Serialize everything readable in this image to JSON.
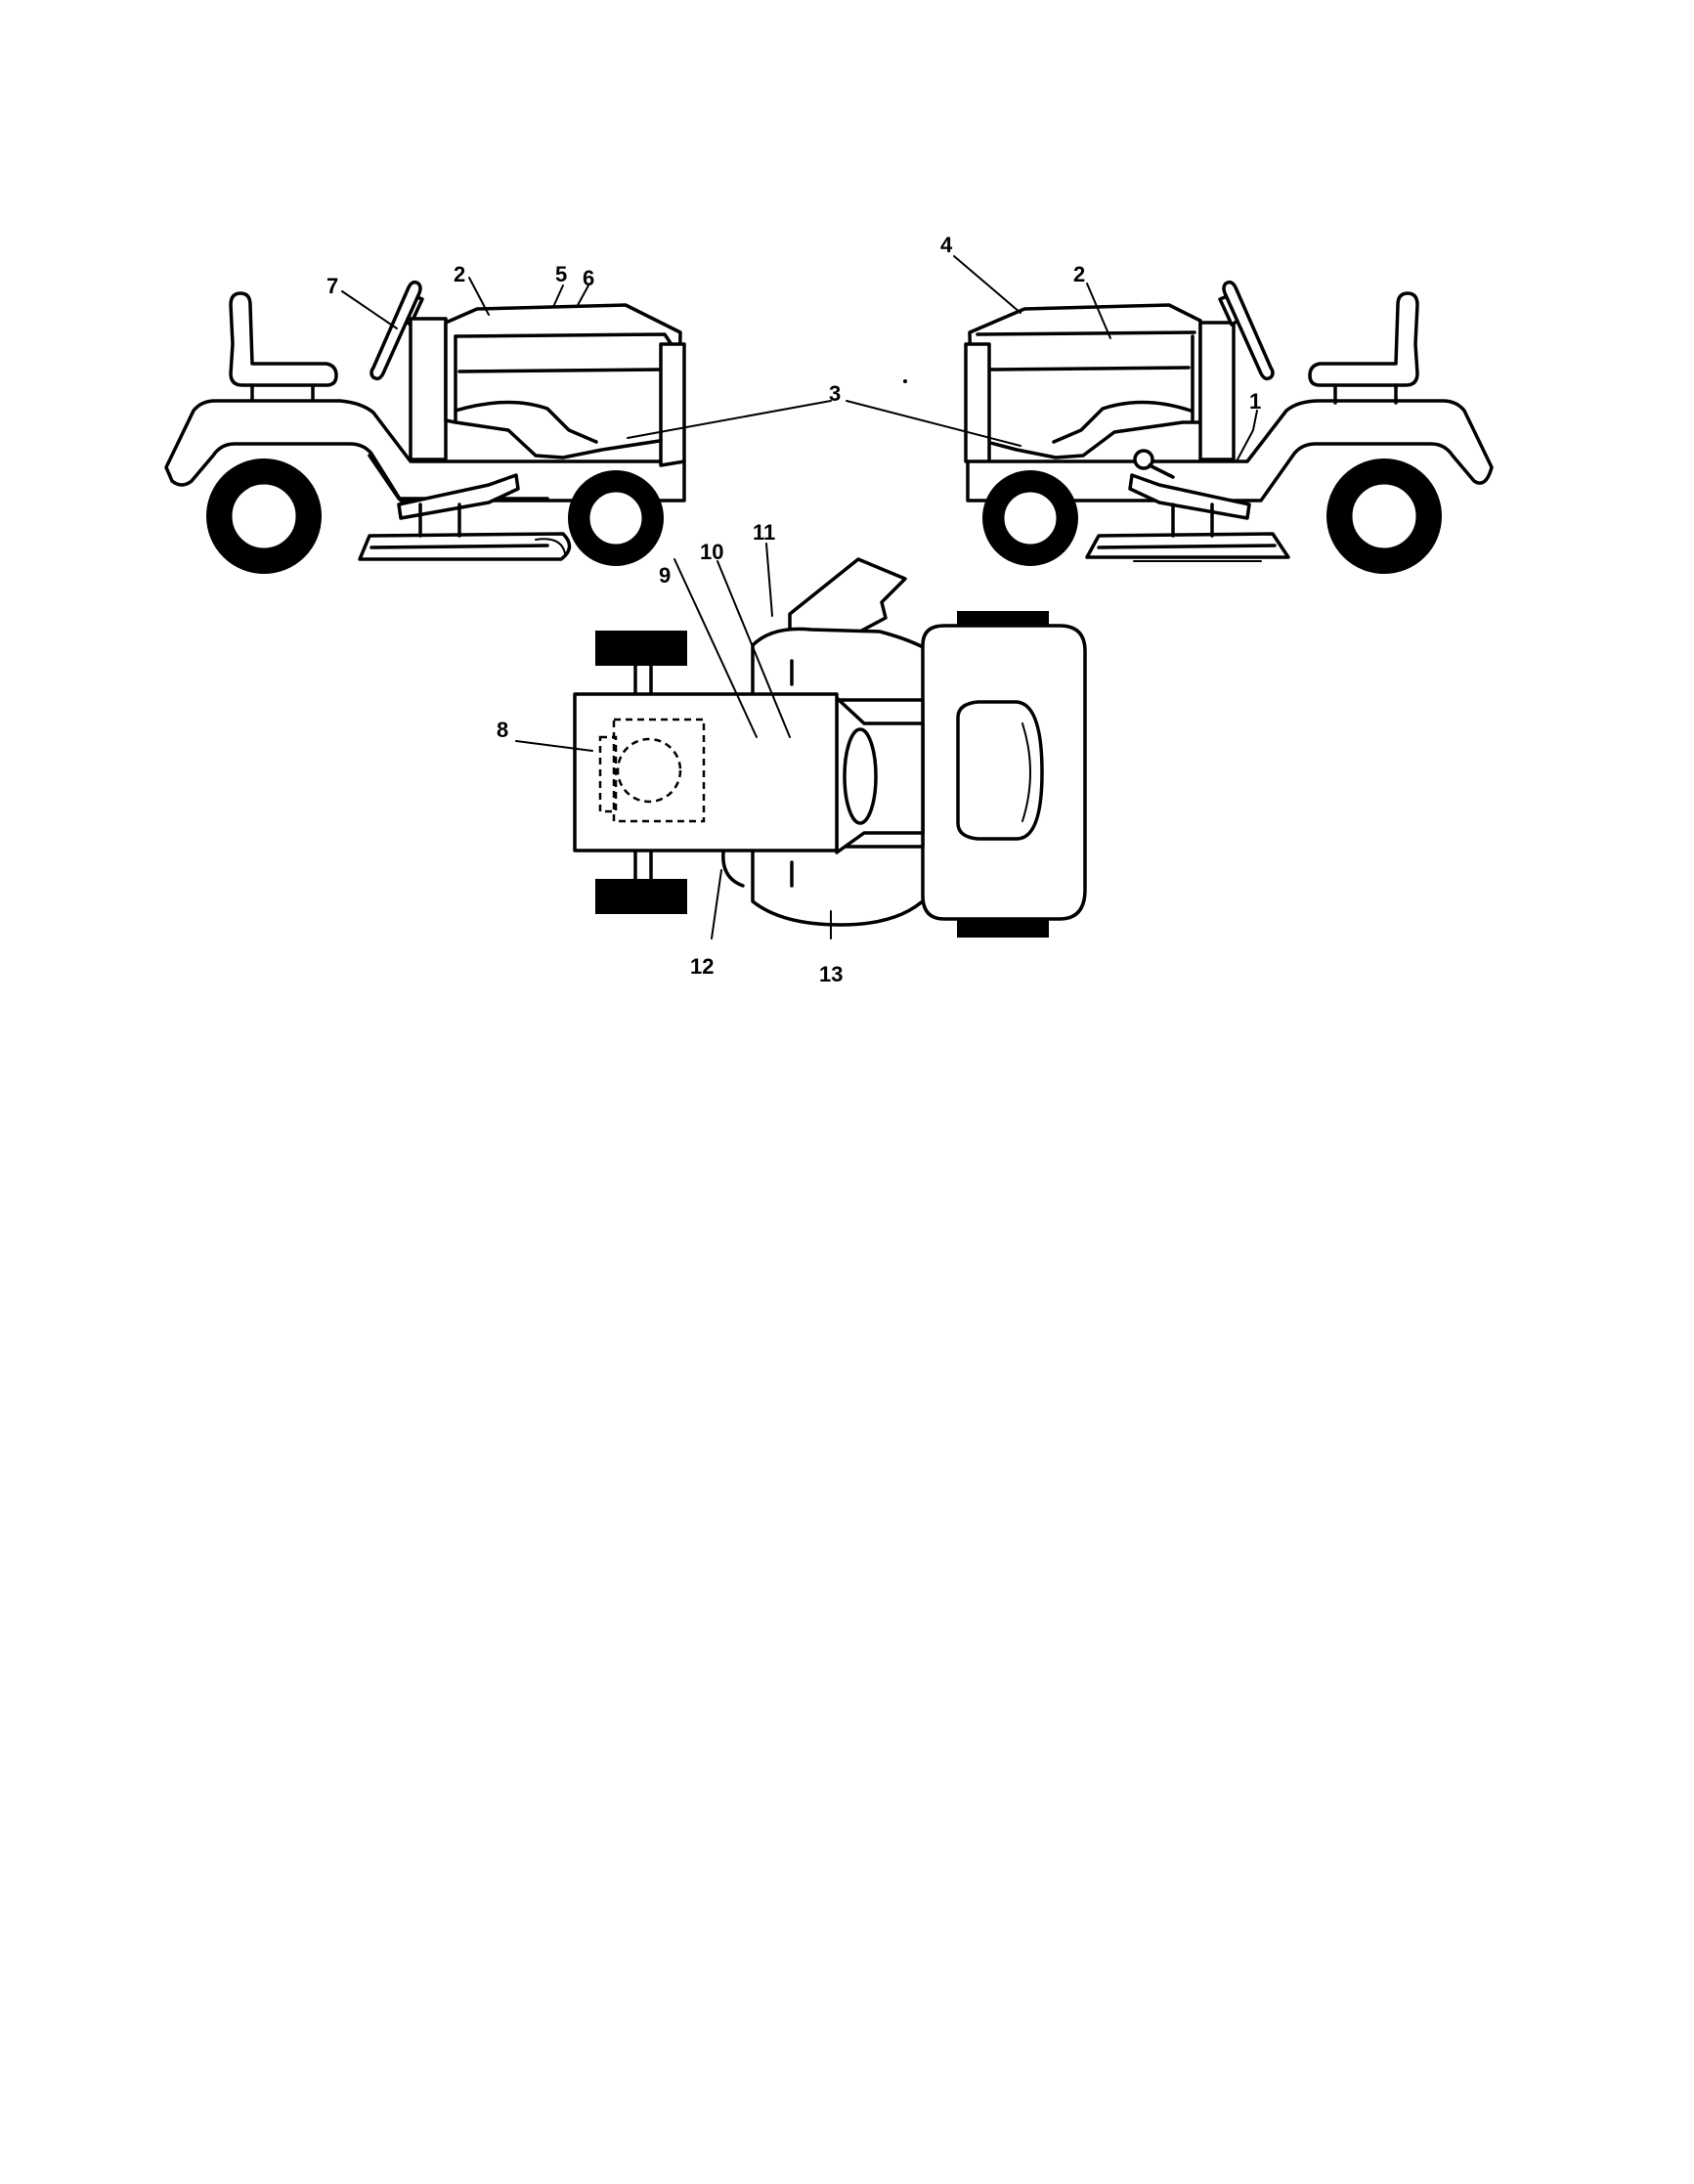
{
  "diagram": {
    "background": "#ffffff",
    "line_color": "#000000",
    "views": {
      "left_side": {},
      "right_side": {},
      "top": {}
    },
    "callouts": {
      "c1": "1",
      "c2a": "2",
      "c2b": "2",
      "c3": "3",
      "c4": "4",
      "c5": "5",
      "c6": "6",
      "c7": "7",
      "c8": "8",
      "c9": "9",
      "c10": "10",
      "c11": "11",
      "c12": "12",
      "c13": "13"
    }
  }
}
